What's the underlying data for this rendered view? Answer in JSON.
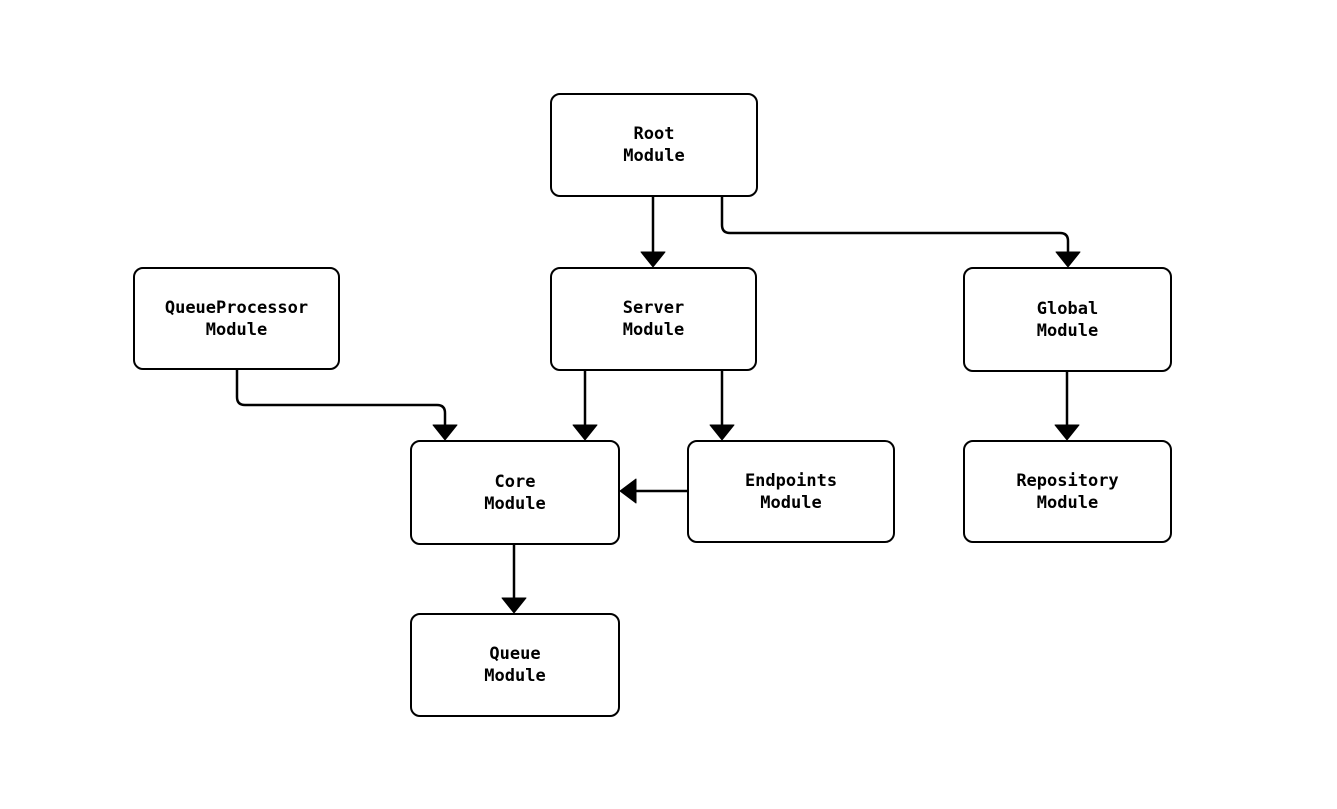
{
  "diagram": {
    "type": "module-dependency-flowchart",
    "background_color": "#ffffff",
    "stroke_color": "#000000",
    "nodes": {
      "root": {
        "line1": "Root",
        "line2": "Module"
      },
      "queueproc": {
        "line1": "QueueProcessor",
        "line2": "Module"
      },
      "server": {
        "line1": "Server",
        "line2": "Module"
      },
      "global": {
        "line1": "Global",
        "line2": "Module"
      },
      "core": {
        "line1": "Core",
        "line2": "Module"
      },
      "endpoints": {
        "line1": "Endpoints",
        "line2": "Module"
      },
      "repository": {
        "line1": "Repository",
        "line2": "Module"
      },
      "queue": {
        "line1": "Queue",
        "line2": "Module"
      }
    },
    "edges": [
      {
        "from": "Root Module",
        "to": "Server Module"
      },
      {
        "from": "Root Module",
        "to": "Global Module"
      },
      {
        "from": "QueueProcessor Module",
        "to": "Core Module"
      },
      {
        "from": "Server Module",
        "to": "Core Module"
      },
      {
        "from": "Server Module",
        "to": "Endpoints Module"
      },
      {
        "from": "Endpoints Module",
        "to": "Core Module"
      },
      {
        "from": "Global Module",
        "to": "Repository Module"
      },
      {
        "from": "Core Module",
        "to": "Queue Module"
      }
    ]
  }
}
